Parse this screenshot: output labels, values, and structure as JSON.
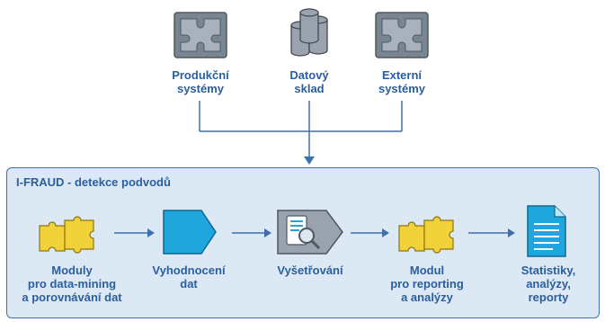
{
  "sources": [
    {
      "icon": "puzzle-icon",
      "label": "Produkční\nsystémy"
    },
    {
      "icon": "database-icon",
      "label": "Datový\nsklad"
    },
    {
      "icon": "puzzle-icon",
      "label": "Externí\nsystémy"
    }
  ],
  "panel": {
    "title": "I-FRAUD - detekce podvodů"
  },
  "stages": [
    {
      "icon": "puzzle-icon",
      "label": "Moduly\npro data-mining\na porovnávání dat"
    },
    {
      "icon": "tag-shape-icon",
      "label": "Vyhodnocení\ndat"
    },
    {
      "icon": "investigation-icon",
      "label": "Vyšetřování"
    },
    {
      "icon": "puzzle-icon",
      "label": "Modul\npro reporting\na analýzy"
    },
    {
      "icon": "report-document-icon",
      "label": "Statistiky,\nanalýzy,\nreporty"
    }
  ],
  "colors": {
    "label_blue": "#2b5e9e",
    "panel_bg": "#dce9f5",
    "panel_border": "#3e6fae",
    "puzzle_gray": "#7a8592",
    "puzzle_yellow": "#f2d23a",
    "stage_blue": "#1fa6dd"
  }
}
